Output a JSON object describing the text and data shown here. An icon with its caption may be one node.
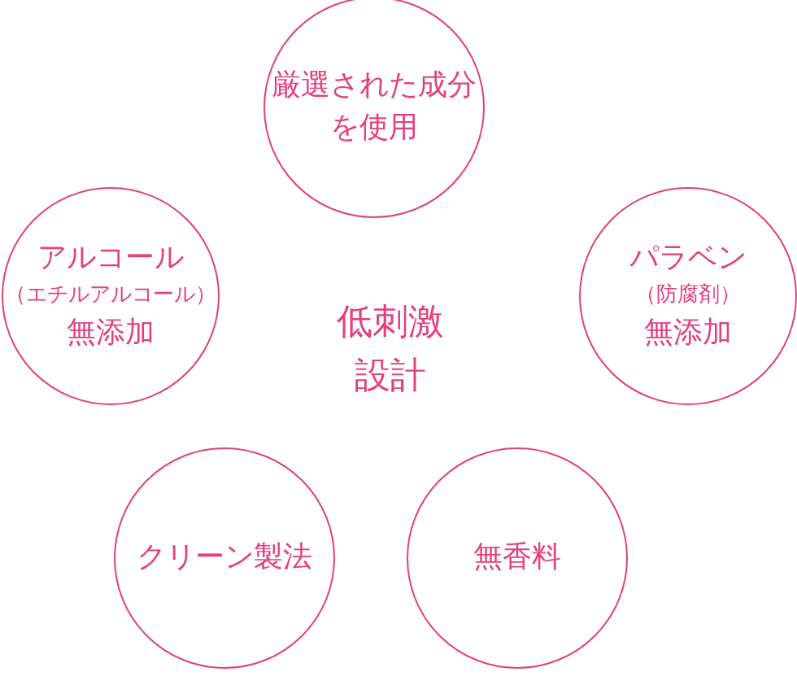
{
  "diagram": {
    "nodes": [
      {
        "text": [
          "厳選された成分を使用"
        ]
      },
      {
        "text": [
          "アルコール",
          "（エチルアルコール）",
          "無添加"
        ]
      },
      {
        "text": [
          "パラベン",
          "（防腐剤）",
          "無添加"
        ]
      },
      {
        "text": [
          "クリーン製法"
        ]
      },
      {
        "text": [
          "無香料"
        ]
      }
    ],
    "labels": [
      "低刺激設計"
    ]
  }
}
